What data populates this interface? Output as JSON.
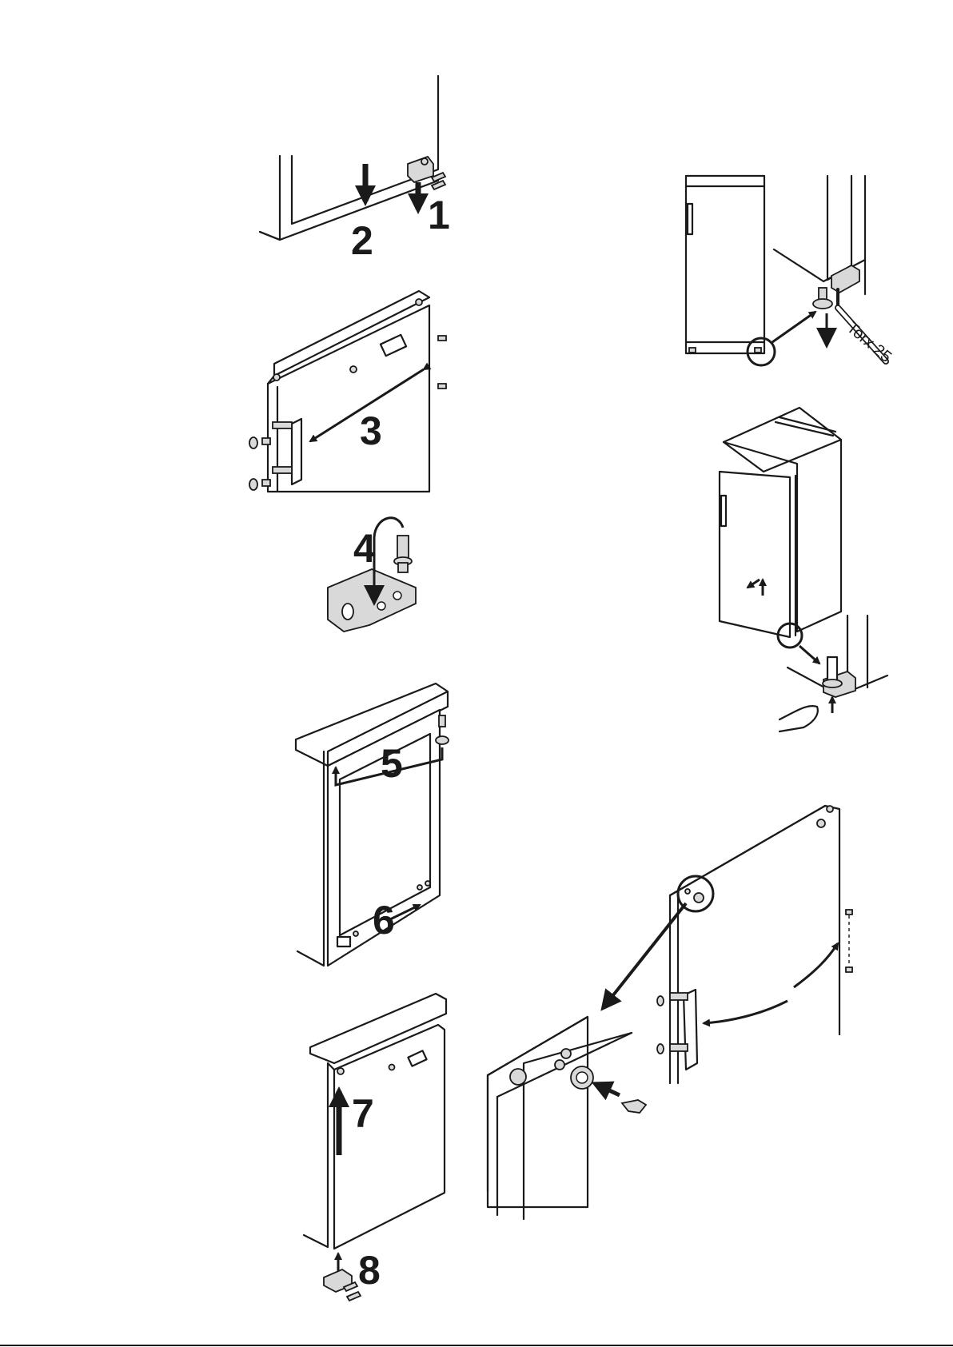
{
  "steps": [
    {
      "label": "1"
    },
    {
      "label": "2"
    },
    {
      "label": "3"
    },
    {
      "label": "4"
    },
    {
      "label": "5"
    },
    {
      "label": "6"
    },
    {
      "label": "7"
    },
    {
      "label": "8"
    }
  ],
  "tool_label": "Torx 25",
  "colors": {
    "ink": "#1a1a1a",
    "fill": "#d9d9d9",
    "background": "#ffffff"
  }
}
